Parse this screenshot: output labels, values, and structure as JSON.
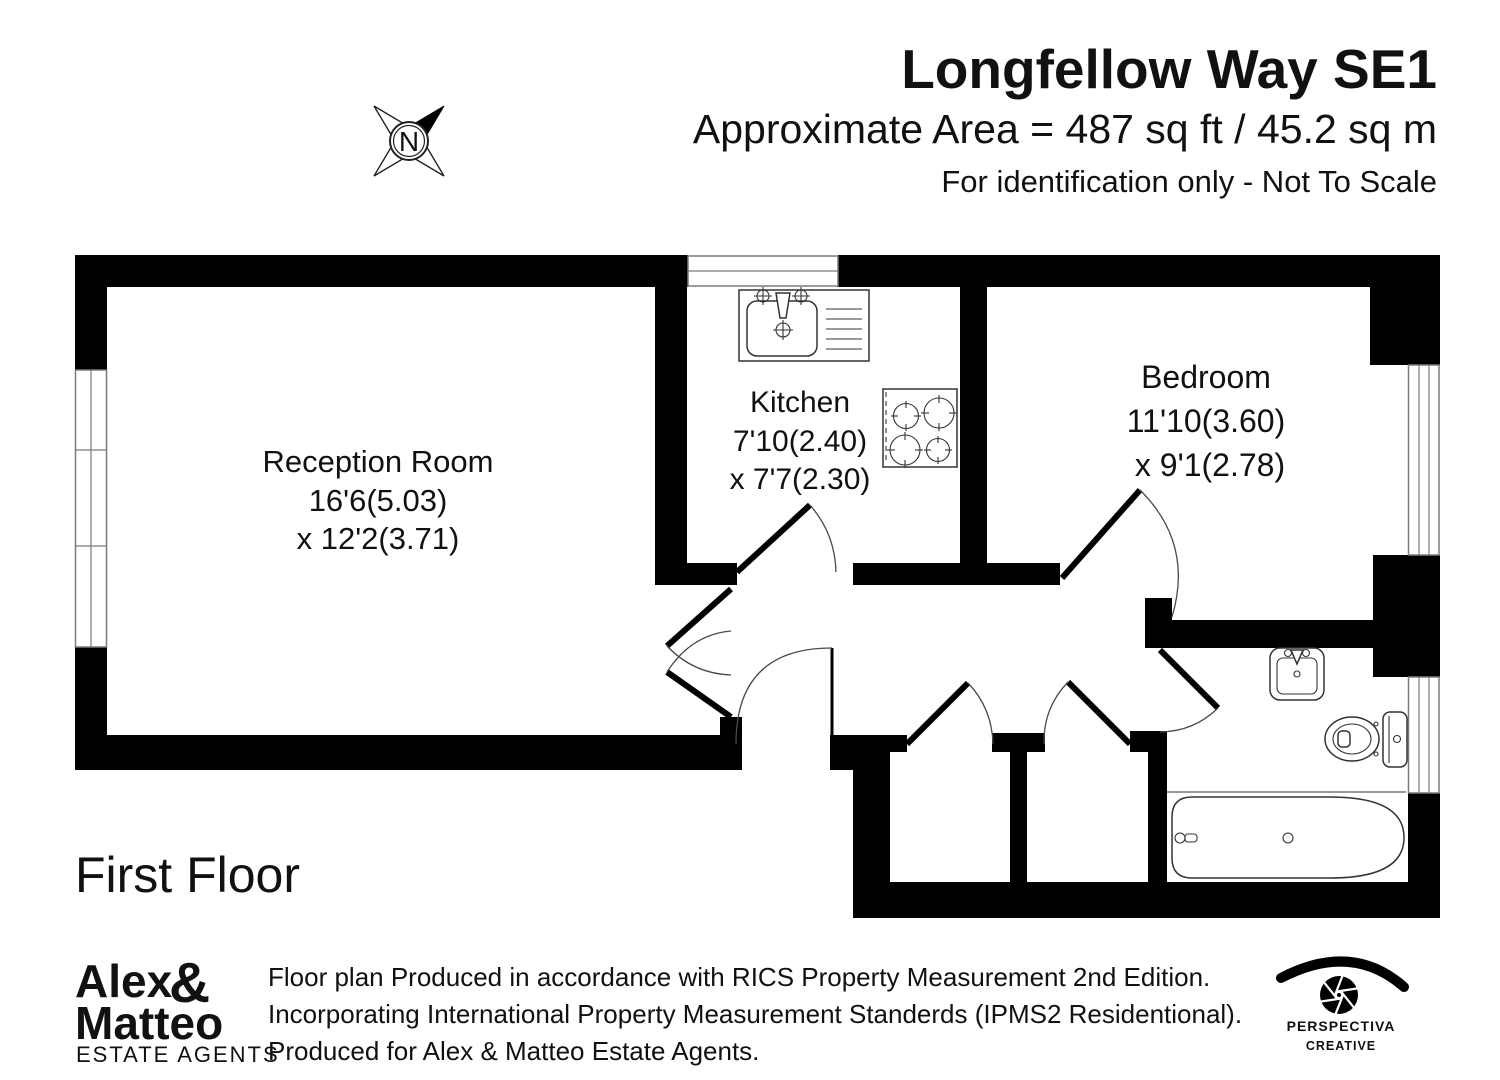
{
  "header": {
    "title": "Longfellow Way SE1",
    "area": "Approximate Area = 487 sq ft / 45.2 sq m",
    "note": "For identification only - Not To Scale"
  },
  "compass": {
    "north": "N"
  },
  "rooms": {
    "reception": {
      "name": "Reception Room",
      "dims": [
        "16'6(5.03)",
        "x 12'2(3.71)"
      ]
    },
    "kitchen": {
      "name": "Kitchen",
      "dims": [
        "7'10(2.40)",
        "x 7'7(2.30)"
      ]
    },
    "bedroom": {
      "name": "Bedroom",
      "dims": [
        "11'10(3.60)",
        "x 9'1(2.78)"
      ]
    }
  },
  "floor_label": "First Floor",
  "agency": {
    "name_top": "Alex",
    "ampersand": "&",
    "name_bottom": "Matteo",
    "tagline": "ESTATE AGENTS"
  },
  "disclaimer": {
    "line1": "Floor plan Produced in accordance with RICS Property Measurement 2nd Edition.",
    "line2": "Incorporating International Property Measurement Standerds (IPMS2  Residentional).",
    "line3": "Produced for Alex & Matteo Estate Agents."
  },
  "producer": {
    "name": "PERSPECTIVA",
    "division": "CREATIVE"
  },
  "colors": {
    "wall": "#000000",
    "text": "#111111",
    "fixture_stroke": "#333333",
    "window_frame": "#7a7a7a",
    "background": "#ffffff"
  }
}
